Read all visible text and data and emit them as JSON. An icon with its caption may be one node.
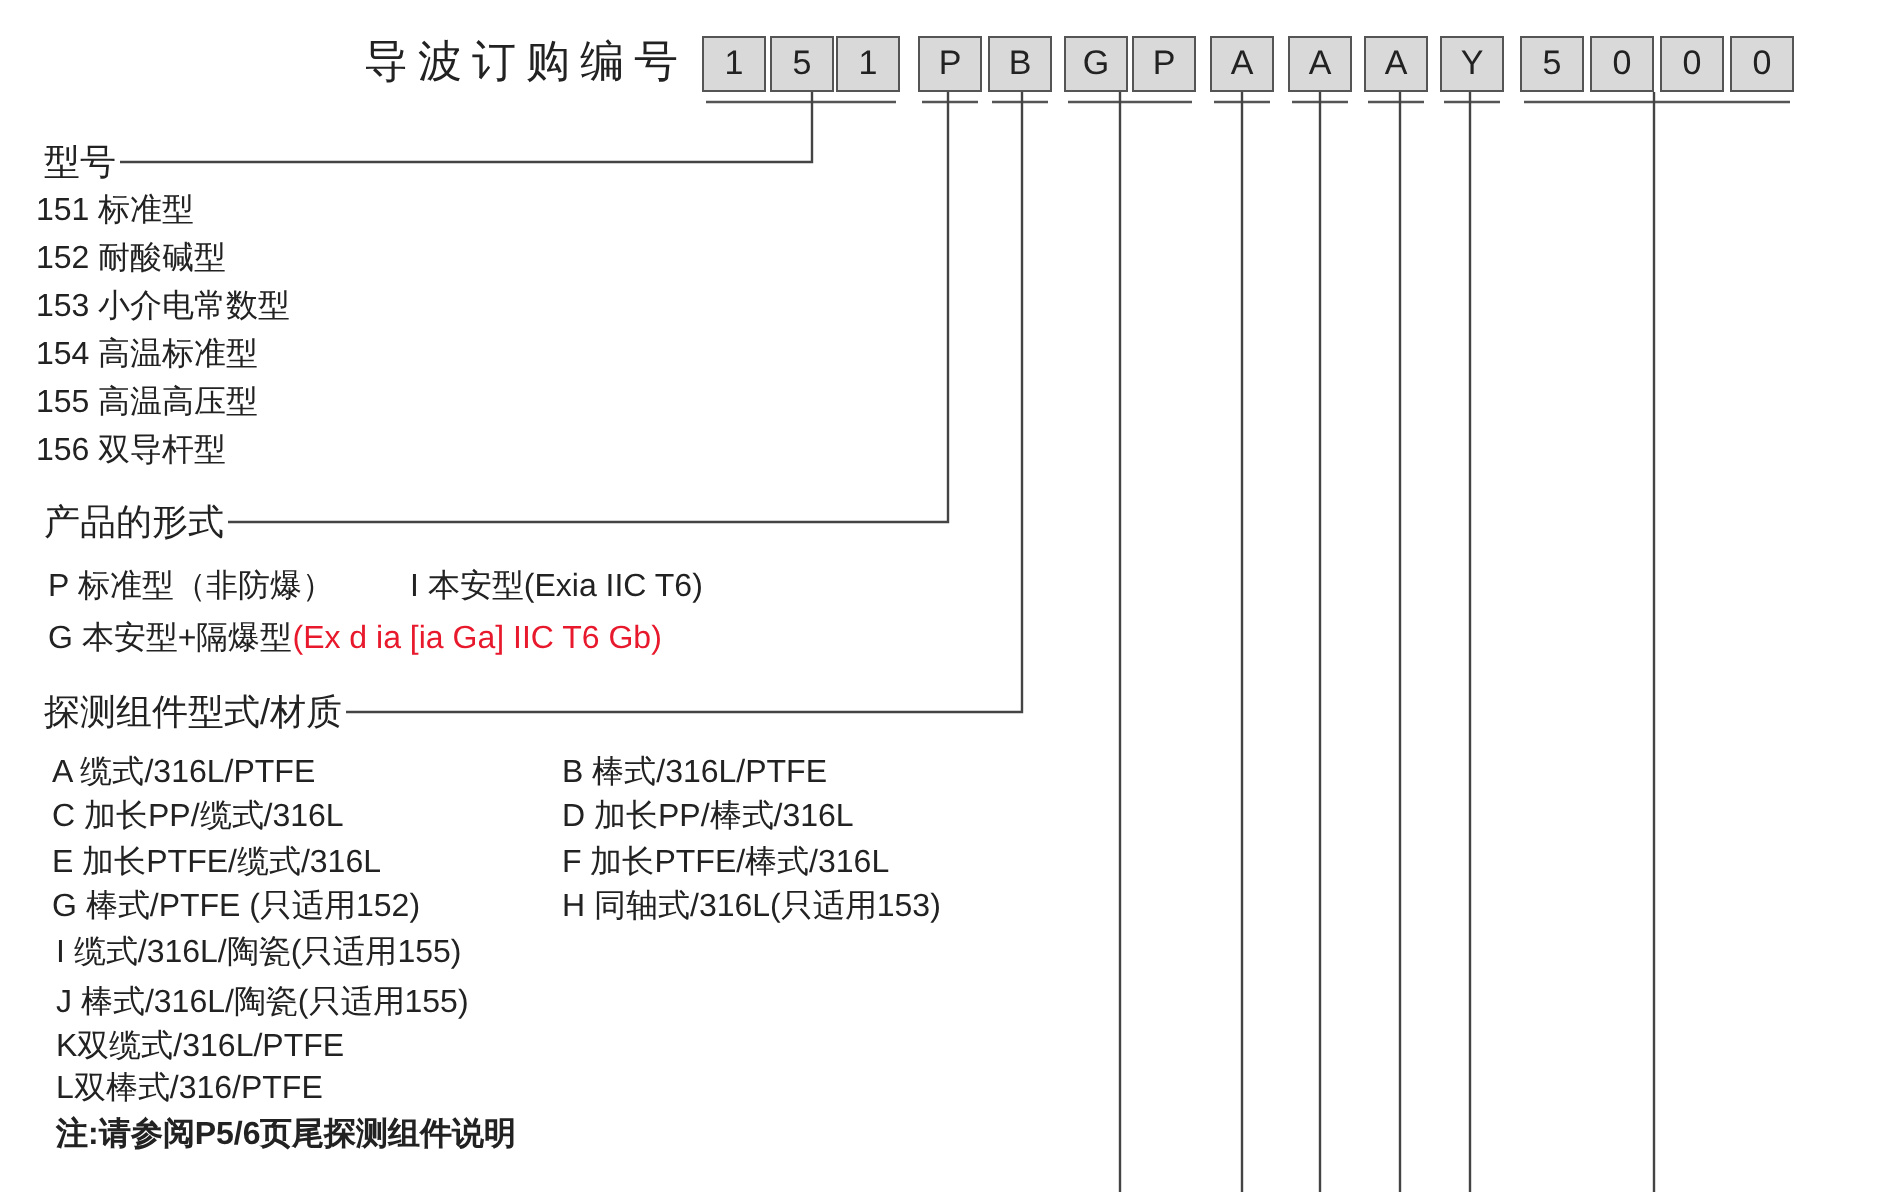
{
  "diagram": {
    "title": "导波订购编号",
    "nodes": [
      {
        "text": [
          "1"
        ]
      },
      {
        "text": [
          "5"
        ]
      },
      {
        "text": [
          "1"
        ]
      },
      {
        "text": [
          "P"
        ]
      },
      {
        "text": [
          "B"
        ]
      },
      {
        "text": [
          "G"
        ]
      },
      {
        "text": [
          "P"
        ]
      },
      {
        "text": [
          "A"
        ]
      },
      {
        "text": [
          "A"
        ]
      },
      {
        "text": [
          "A"
        ]
      },
      {
        "text": [
          "Y"
        ]
      },
      {
        "text": [
          "5"
        ]
      },
      {
        "text": [
          "0"
        ]
      },
      {
        "text": [
          "0"
        ]
      },
      {
        "text": [
          "0"
        ]
      },
      {
        "text": [
          "型号"
        ]
      },
      {
        "text": [
          "产品的形式"
        ]
      },
      {
        "text": [
          "探测组件型式/材质"
        ]
      }
    ],
    "edges": [
      {
        "from": 1,
        "to": 15,
        "arrow": "none"
      },
      {
        "from": 3,
        "to": 16,
        "arrow": "none"
      },
      {
        "from": 4,
        "to": 17,
        "arrow": "none"
      },
      {
        "from": 5,
        "to": null,
        "arrow": "none"
      },
      {
        "from": 7,
        "to": null,
        "arrow": "none"
      },
      {
        "from": 8,
        "to": null,
        "arrow": "none"
      },
      {
        "from": 9,
        "to": null,
        "arrow": "none"
      },
      {
        "from": 10,
        "to": null,
        "arrow": "none"
      },
      {
        "from": 12,
        "to": null,
        "arrow": "none"
      }
    ],
    "labels": [
      "151 标准型",
      "152 耐酸碱型",
      "153 小介电常数型",
      "154 高温标准型",
      "155 高温高压型",
      "156 双导杆型",
      "P 标准型（非防爆）",
      "I 本安型(Exia IIC T6)",
      "G 本安型+隔爆型",
      "(Ex d ia [ia Ga] IIC T6 Gb)",
      "A 缆式/316L/PTFE",
      "B 棒式/316L/PTFE",
      "C 加长PP/缆式/316L",
      "D 加长PP/棒式/316L",
      "E 加长PTFE/缆式/316L",
      "F 加长PTFE/棒式/316L",
      "G 棒式/PTFE (只适用152)",
      "H 同轴式/316L(只适用153)",
      "I 缆式/316L/陶瓷(只适用155)",
      "J 棒式/316L/陶瓷(只适用155)",
      "K双缆式/316L/PTFE",
      "L双棒式/316/PTFE",
      "注:请参阅P5/6页尾探测组件说明"
    ]
  }
}
